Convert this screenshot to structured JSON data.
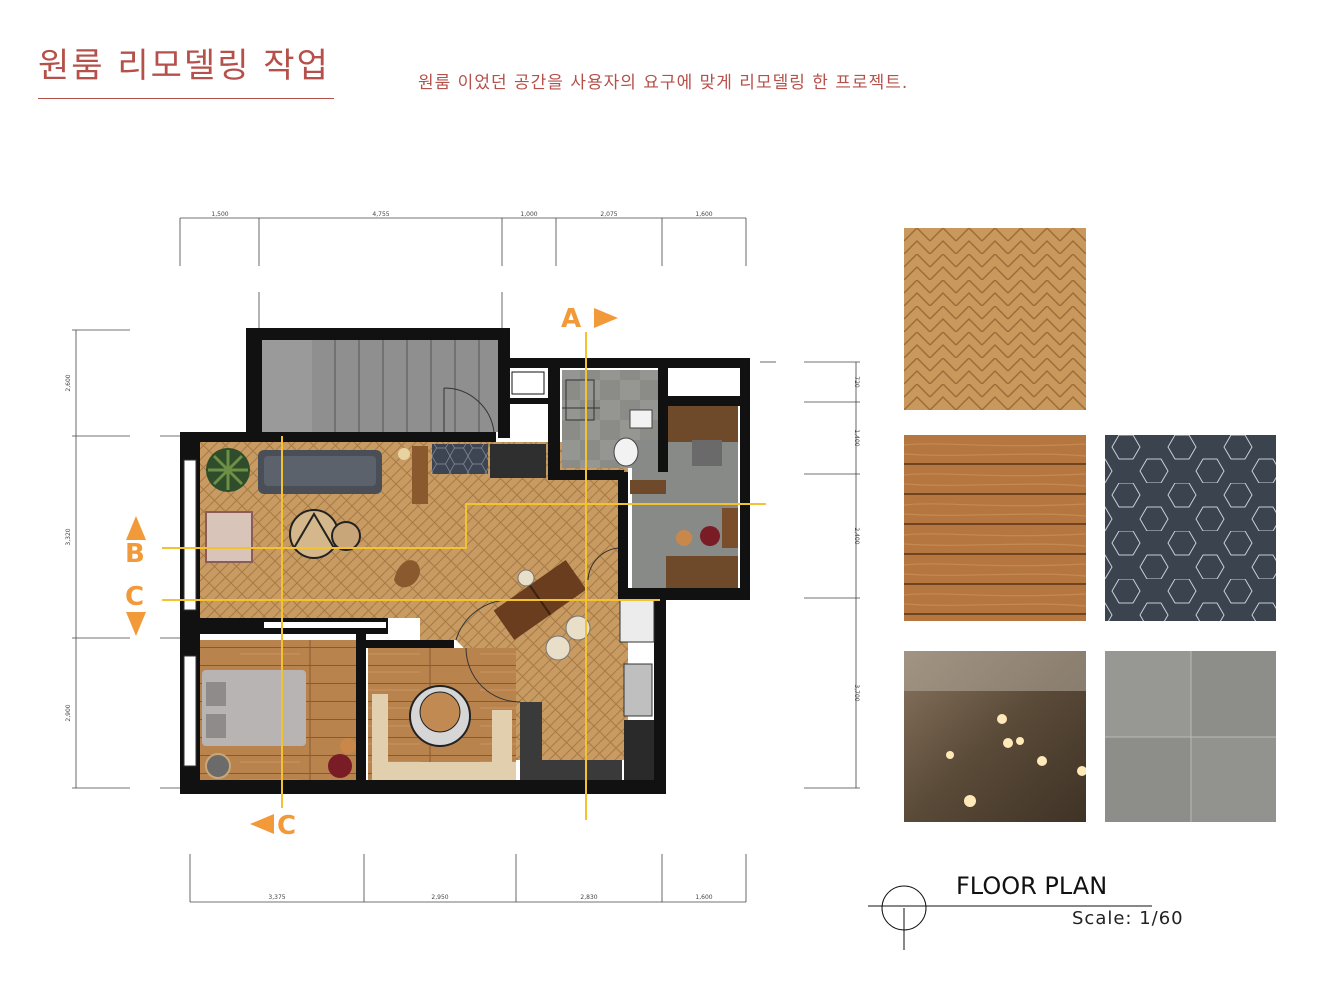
{
  "header": {
    "title": "원룸 리모델링 작업",
    "subtitle": "원룸 이었던 공간을 사용자의 요구에 맞게 리모델링 한 프로젝트."
  },
  "dimensions": {
    "top": [
      "1,500",
      "4,755",
      "1,000",
      "2,075",
      "1,600"
    ],
    "bottom": [
      "3,375",
      "2,950",
      "2,830",
      "1,600"
    ],
    "left": [
      "2,600",
      "3,320",
      "2,900"
    ],
    "right": [
      "720",
      "1,400",
      "2,400",
      "3,700"
    ]
  },
  "section_markers": {
    "a": "A",
    "b": "B",
    "c_left": "C",
    "c_bottom": "C"
  },
  "materials": [
    {
      "name": "herringbone-oak",
      "color": "#c89a5e"
    },
    {
      "name": "plank-wood",
      "color": "#b07a45"
    },
    {
      "name": "hex-tile-dark",
      "color": "#3c4450"
    },
    {
      "name": "epoxy-gloss",
      "color": "#6b5a44"
    },
    {
      "name": "concrete-tile",
      "color": "#8e8f8c"
    }
  ],
  "legend": {
    "title": "FLOOR PLAN",
    "scale": "Scale:  1/60"
  },
  "colors": {
    "accent": "#b5514a",
    "marker": "#f29a3a",
    "section_line": "#f2c230",
    "wall": "#111111"
  }
}
